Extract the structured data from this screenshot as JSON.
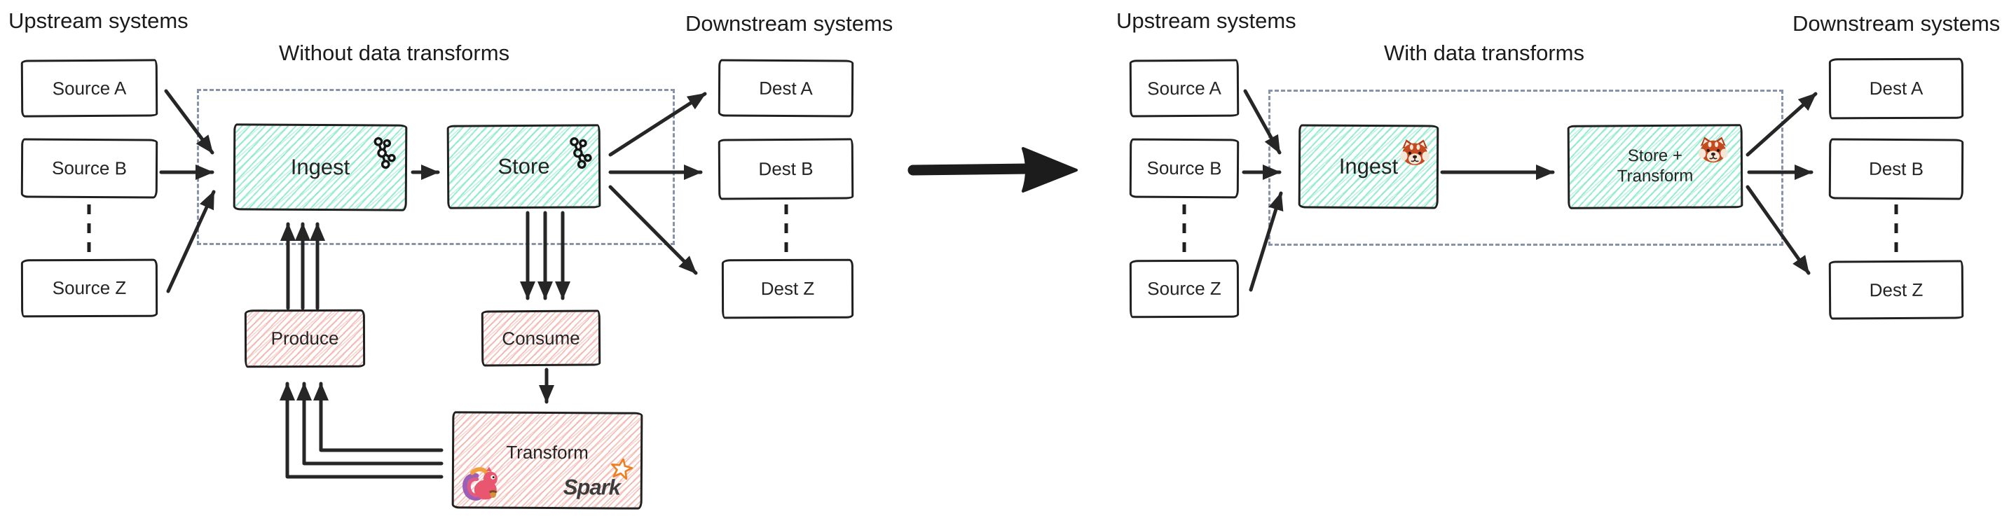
{
  "left_diagram": {
    "title": "Without data transforms",
    "upstream_label": "Upstream systems",
    "downstream_label": "Downstream systems",
    "sources": [
      "Source A",
      "Source B",
      "Source Z"
    ],
    "dests": [
      "Dest A",
      "Dest B",
      "Dest Z"
    ],
    "ingest_label": "Ingest",
    "store_label": "Store",
    "produce_label": "Produce",
    "consume_label": "Consume",
    "transform_label": "Transform",
    "spark_wordmark": "Spark",
    "icons": {
      "ingest": "kafka-icon",
      "store": "kafka-icon",
      "transform": [
        "flink-squirrel-icon",
        "spark-star-icon"
      ]
    }
  },
  "right_diagram": {
    "title": "With data transforms",
    "upstream_label": "Upstream systems",
    "downstream_label": "Downstream systems",
    "sources": [
      "Source A",
      "Source B",
      "Source Z"
    ],
    "dests": [
      "Dest A",
      "Dest B",
      "Dest Z"
    ],
    "ingest_label": "Ingest",
    "store_transform_line1": "Store +",
    "store_transform_line2": "Transform",
    "icons": {
      "ingest": "redpanda-icon",
      "store_transform": "redpanda-icon"
    }
  },
  "colors": {
    "ink": "#202020",
    "teal_hatch": "#76E6C0",
    "pink_hatch": "#EE968C",
    "dashed_group_border": "#8793A8",
    "arrow": "#262626",
    "spark_orange": "#EE7F1F",
    "flink_pink": "#E8566F",
    "flink_purple": "#9C5FB5",
    "redpanda_orange": "#C64A1F"
  }
}
